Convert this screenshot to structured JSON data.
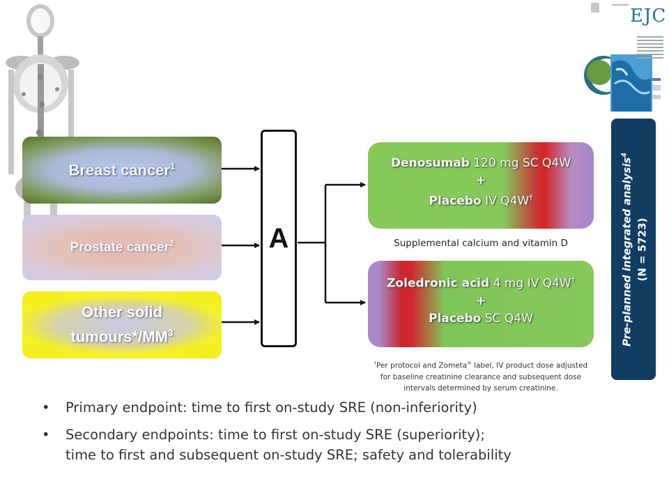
{
  "journal": {
    "name": "EJC"
  },
  "cancer_types": [
    {
      "label": "Breast cancer",
      "ref": "1"
    },
    {
      "label": "Prostate cancer",
      "ref": "2"
    },
    {
      "label_line1": "Other solid",
      "label_line2": "tumours*/MM",
      "ref": "3"
    }
  ],
  "randomisation": {
    "label": "A"
  },
  "arms": [
    {
      "drug": "Denosumab",
      "dose": " 120 mg SC Q4W",
      "plus": "+",
      "placebo": "Placebo",
      "placebo_route": " IV Q4W",
      "mark": "†"
    },
    {
      "drug": "Zoledronic acid",
      "dose": " 4 mg IV Q4W",
      "mark": "†",
      "plus": "+",
      "placebo": "Placebo",
      "placebo_route": " SC Q4W"
    }
  ],
  "supplement": "Supplemental calcium and vitamin D",
  "footnote": {
    "mark": "†",
    "text_a": "Per protocol and Zometa",
    "reg": "®",
    "text_b": " label, IV product dose adjusted for baseline creatinine clearance and subsequent dose intervals determined by serum creatinine."
  },
  "analysis": {
    "line1": "Pre-planned integrated analysis",
    "ref": "4",
    "line2": "(N = 5723)"
  },
  "bullets": {
    "marker": "•",
    "primary": "Primary endpoint: time to first on-study SRE (non-inferiority)",
    "secondary_line1": "Secondary endpoints: time to first on-study SRE (superiority);",
    "secondary_line2": "time to first and subsequent on-study SRE; safety and tolerability"
  },
  "colors": {
    "panel": "#123d63",
    "arm_green": "#86c85a",
    "arm_red": "#d62424",
    "arm_purple": "#a989c7"
  }
}
